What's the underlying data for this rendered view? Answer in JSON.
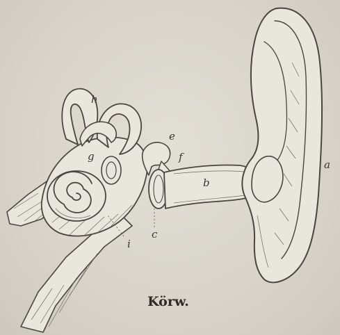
{
  "figure": {
    "caption": "Körw.",
    "labels": {
      "a": "a",
      "b": "b",
      "c": "c",
      "e": "e",
      "f": "f",
      "g": "g",
      "h": "h",
      "i": "i"
    }
  }
}
